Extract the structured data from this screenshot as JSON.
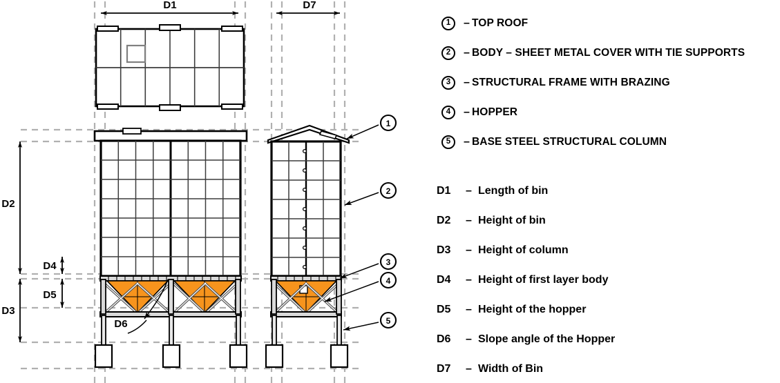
{
  "drawing": {
    "title_note": "Grain bin / silo technical drawing",
    "colors": {
      "hopper_fill": "#F7941D",
      "outline": "#000000",
      "construction_line": "#b3b3b3",
      "grid_line": "#3c3c3c",
      "steel_fill": "#d9d9d9",
      "background": "#ffffff"
    },
    "dimension_labels": {
      "d1": "D1",
      "d2": "D2",
      "d3": "D3",
      "d4": "D4",
      "d5": "D5",
      "d6": "D6",
      "d7": "D7"
    },
    "callouts": [
      {
        "id": "1",
        "label": "1"
      },
      {
        "id": "2",
        "label": "2"
      },
      {
        "id": "3",
        "label": "3"
      },
      {
        "id": "4",
        "label": "4"
      },
      {
        "id": "5",
        "label": "5"
      }
    ],
    "views": {
      "plan": {
        "name": "top-plan-view",
        "columns": 6,
        "rows": 2,
        "hatch_cell": 2
      },
      "front": {
        "name": "front-elevation",
        "body_columns": 8,
        "body_rows": 7,
        "hoppers": 2,
        "legs": 3
      },
      "side": {
        "name": "side-elevation",
        "body_columns": 4,
        "body_rows": 7,
        "hoppers": 1,
        "legs": 2,
        "bolt_count": 7
      }
    }
  },
  "legend": {
    "items": [
      {
        "num": "1",
        "dash": "–",
        "text": "TOP ROOF"
      },
      {
        "num": "2",
        "dash": "–",
        "text": "BODY – SHEET METAL COVER WITH TIE SUPPORTS"
      },
      {
        "num": "3",
        "dash": "–",
        "text": "STRUCTURAL FRAME WITH BRAZING"
      },
      {
        "num": "4",
        "dash": "–",
        "text": "HOPPER"
      },
      {
        "num": "5",
        "dash": "–",
        "text": "BASE STEEL STRUCTURAL COLUMN"
      }
    ]
  },
  "dimensions": {
    "items": [
      {
        "code": "D1",
        "dash": "–",
        "desc": "Length of bin"
      },
      {
        "code": "D2",
        "dash": "–",
        "desc": "Height of bin"
      },
      {
        "code": "D3",
        "dash": "–",
        "desc": "Height of column"
      },
      {
        "code": "D4",
        "dash": "–",
        "desc": "Height of first layer body"
      },
      {
        "code": "D5",
        "dash": "–",
        "desc": "Height of the hopper"
      },
      {
        "code": "D6",
        "dash": "–",
        "desc": "Slope angle of the Hopper"
      },
      {
        "code": "D7",
        "dash": "–",
        "desc": "Width of Bin"
      }
    ]
  }
}
